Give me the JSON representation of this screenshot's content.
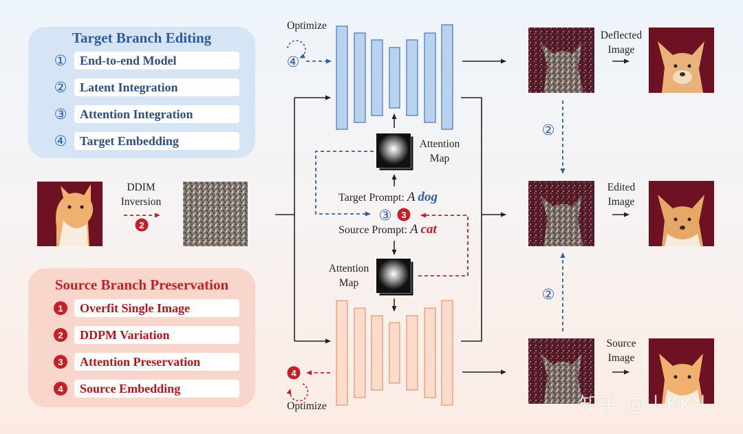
{
  "target_panel": {
    "title": "Target Branch Editing",
    "items": [
      {
        "num": "①",
        "label": "End-to-end Model"
      },
      {
        "num": "②",
        "label": "Latent Integration"
      },
      {
        "num": "③",
        "label": "Attention Integration"
      },
      {
        "num": "④",
        "label": "Target Embedding"
      }
    ]
  },
  "source_panel": {
    "title": "Source Branch Preservation",
    "items": [
      {
        "num": "1",
        "label": "Overfit Single Image"
      },
      {
        "num": "2",
        "label": "DDPM Variation"
      },
      {
        "num": "3",
        "label": "Attention Preservation"
      },
      {
        "num": "4",
        "label": "Source Embedding"
      }
    ]
  },
  "labels": {
    "ddim_line1": "DDIM",
    "ddim_line2": "Inversion",
    "optimize_top": "Optimize",
    "optimize_bottom": "Optimize",
    "attention_map_top_1": "Attention",
    "attention_map_top_2": "Map",
    "attention_map_bottom_1": "Attention",
    "attention_map_bottom_2": "Map",
    "target_prompt_prefix": "Target Prompt: ",
    "source_prompt_prefix": "Source Prompt: ",
    "prompt_article": "A",
    "target_word": "dog",
    "source_word": "cat",
    "deflected_1": "Deflected",
    "deflected_2": "Image",
    "edited_1": "Edited",
    "edited_2": "Image",
    "source_img_1": "Source",
    "source_img_2": "Image",
    "circle_2": "②",
    "circle_3": "③",
    "circle_4": "④",
    "filled_2": "2",
    "filled_3": "3",
    "filled_4": "4"
  },
  "watermark": "知乎 @丨KK丨",
  "colors": {
    "blue": "#2f5fa5",
    "red": "#c42028",
    "unet_blue": "#b9d3ee",
    "unet_orange": "#fbdccb"
  }
}
